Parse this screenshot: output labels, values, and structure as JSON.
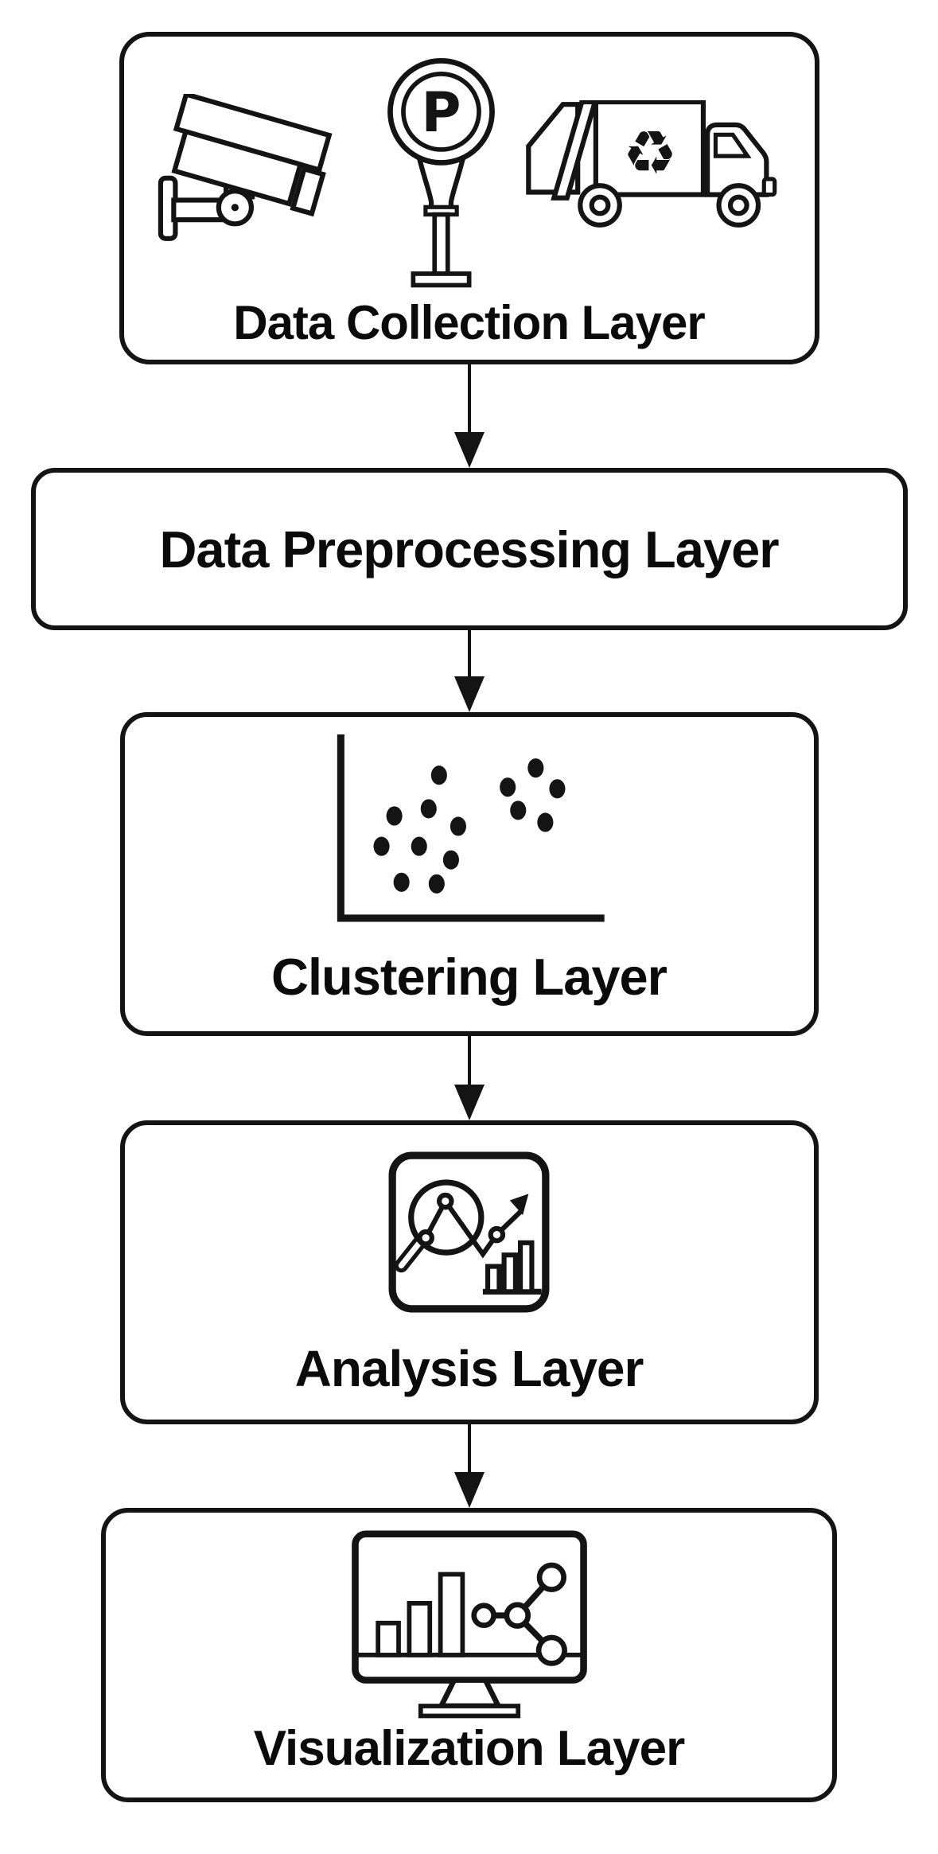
{
  "figure": {
    "type": "flowchart",
    "direction": "top-down",
    "colors": {
      "background": "#ffffff",
      "stroke": "#141414",
      "text": "#0b0b0b"
    },
    "nodes": [
      {
        "id": "data-collection",
        "label": "Data Collection Layer",
        "icons": [
          "cctv-camera",
          "parking-sign",
          "garbage-recycling-truck"
        ]
      },
      {
        "id": "data-preprocessing",
        "label": "Data Preprocessing Layer",
        "icons": []
      },
      {
        "id": "clustering",
        "label": "Clustering Layer",
        "icons": [
          "scatter-plot-two-clusters"
        ]
      },
      {
        "id": "analysis",
        "label": "Analysis Layer",
        "icons": [
          "magnifier-trend-line-bar-chart"
        ]
      },
      {
        "id": "visualization",
        "label": "Visualization Layer",
        "icons": [
          "monitor-bar-chart-network-graph"
        ]
      }
    ],
    "edges": [
      {
        "from": "data-collection",
        "to": "data-preprocessing"
      },
      {
        "from": "data-preprocessing",
        "to": "clustering"
      },
      {
        "from": "clustering",
        "to": "analysis"
      },
      {
        "from": "analysis",
        "to": "visualization"
      }
    ],
    "glyphs": {
      "parking_letter": "P",
      "recycle_symbol": "♻"
    }
  }
}
